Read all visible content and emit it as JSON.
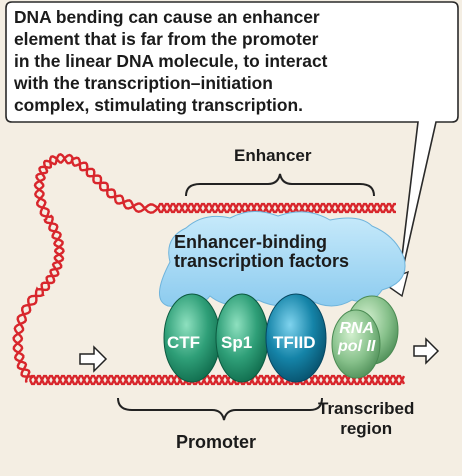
{
  "callout": {
    "lines": [
      "DNA bending can cause an enhancer",
      "element that is far from the promoter",
      "in the linear DNA molecule, to interact",
      "with the transcription–initiation",
      "complex, stimulating transcription."
    ]
  },
  "labels": {
    "enhancer": "Enhancer",
    "enhancer_binding_line1": "Enhancer-binding",
    "enhancer_binding_line2": "transcription factors",
    "promoter": "Promoter",
    "transcribed_line1": "Transcribed",
    "transcribed_line2": "region"
  },
  "proteins": {
    "ctf": "CTF",
    "sp1": "Sp1",
    "tfiid": "TFIID",
    "rna_pol_line1": "RNA",
    "rna_pol_line2": "pol II"
  },
  "colors": {
    "dna": "#d8262c",
    "callout_fill": "#ffffff",
    "background": "#f4eee3",
    "enhancer_factor": "#a9d9f3",
    "ctf_sp1": "#2f9f78",
    "tfiid": "#1584a8",
    "rna_pol": "#86c08a"
  },
  "icons": [
    "right-arrow-icon",
    "right-arrow-icon"
  ]
}
